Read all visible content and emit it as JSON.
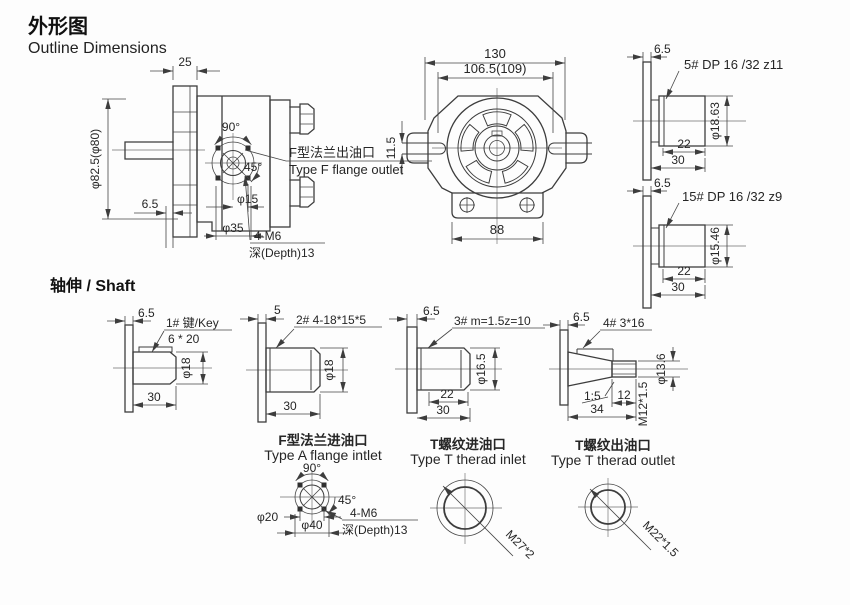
{
  "title": {
    "cn": "外形图",
    "en": "Outline Dimensions"
  },
  "shaft_section": {
    "label": "轴伸 / Shaft"
  },
  "side_view": {
    "d25": "25",
    "dia_body": "φ82.5(φ80)",
    "d65": "6.5",
    "a90": "90°",
    "a45": "45°",
    "phi15": "φ15",
    "phi35": "φ35",
    "m6": "4-M6",
    "depth": "深(Depth)13",
    "outlet_cn": "F型法兰出油口",
    "outlet_en": "Type F flange outlet"
  },
  "front_view": {
    "d130": "130",
    "d106": "106.5(109)",
    "d115": "11.5",
    "d88": "88"
  },
  "port5": {
    "d65": "6.5",
    "label": "5# DP 16 /32 z11",
    "dia": "φ18.63",
    "d22": "22",
    "d30": "30"
  },
  "port15": {
    "d65": "6.5",
    "label": "15# DP 16 /32 z9",
    "dia": "φ15.46",
    "d22": "22",
    "d30": "30"
  },
  "shaft1": {
    "d65": "6.5",
    "key": "1# 键/Key",
    "key_size": "6 * 20",
    "dia": "φ18",
    "d30": "30"
  },
  "shaft2": {
    "d5": "5",
    "label": "2# 4-18*15*5",
    "dia": "φ18",
    "d30": "30"
  },
  "shaft3": {
    "d65": "6.5",
    "label": "3# m=1.5z=10",
    "dia": "φ16.5",
    "d22": "22",
    "d30": "30"
  },
  "shaft4": {
    "d65": "6.5",
    "label": "4# 3*16",
    "taper": "1:5",
    "d12": "12",
    "d34": "34",
    "thread": "M12*1.5",
    "dia": "φ13.6"
  },
  "flange_inlet": {
    "cn": "F型法兰进油口",
    "en": "Type A flange intlet",
    "a90": "90°",
    "a45": "45°",
    "phi20": "φ20",
    "phi40": "φ40",
    "m6": "4-M6",
    "depth": "深(Depth)13"
  },
  "t_inlet": {
    "cn": "T螺纹进油口",
    "en": "Type T therad inlet",
    "thread": "M27*2"
  },
  "t_outlet": {
    "cn": "T螺纹出油口",
    "en": "Type T therad outlet",
    "thread": "M22*1.5"
  },
  "colors": {
    "line": "#3d3d3d",
    "text": "#262626",
    "background": "#fdfdfd"
  }
}
